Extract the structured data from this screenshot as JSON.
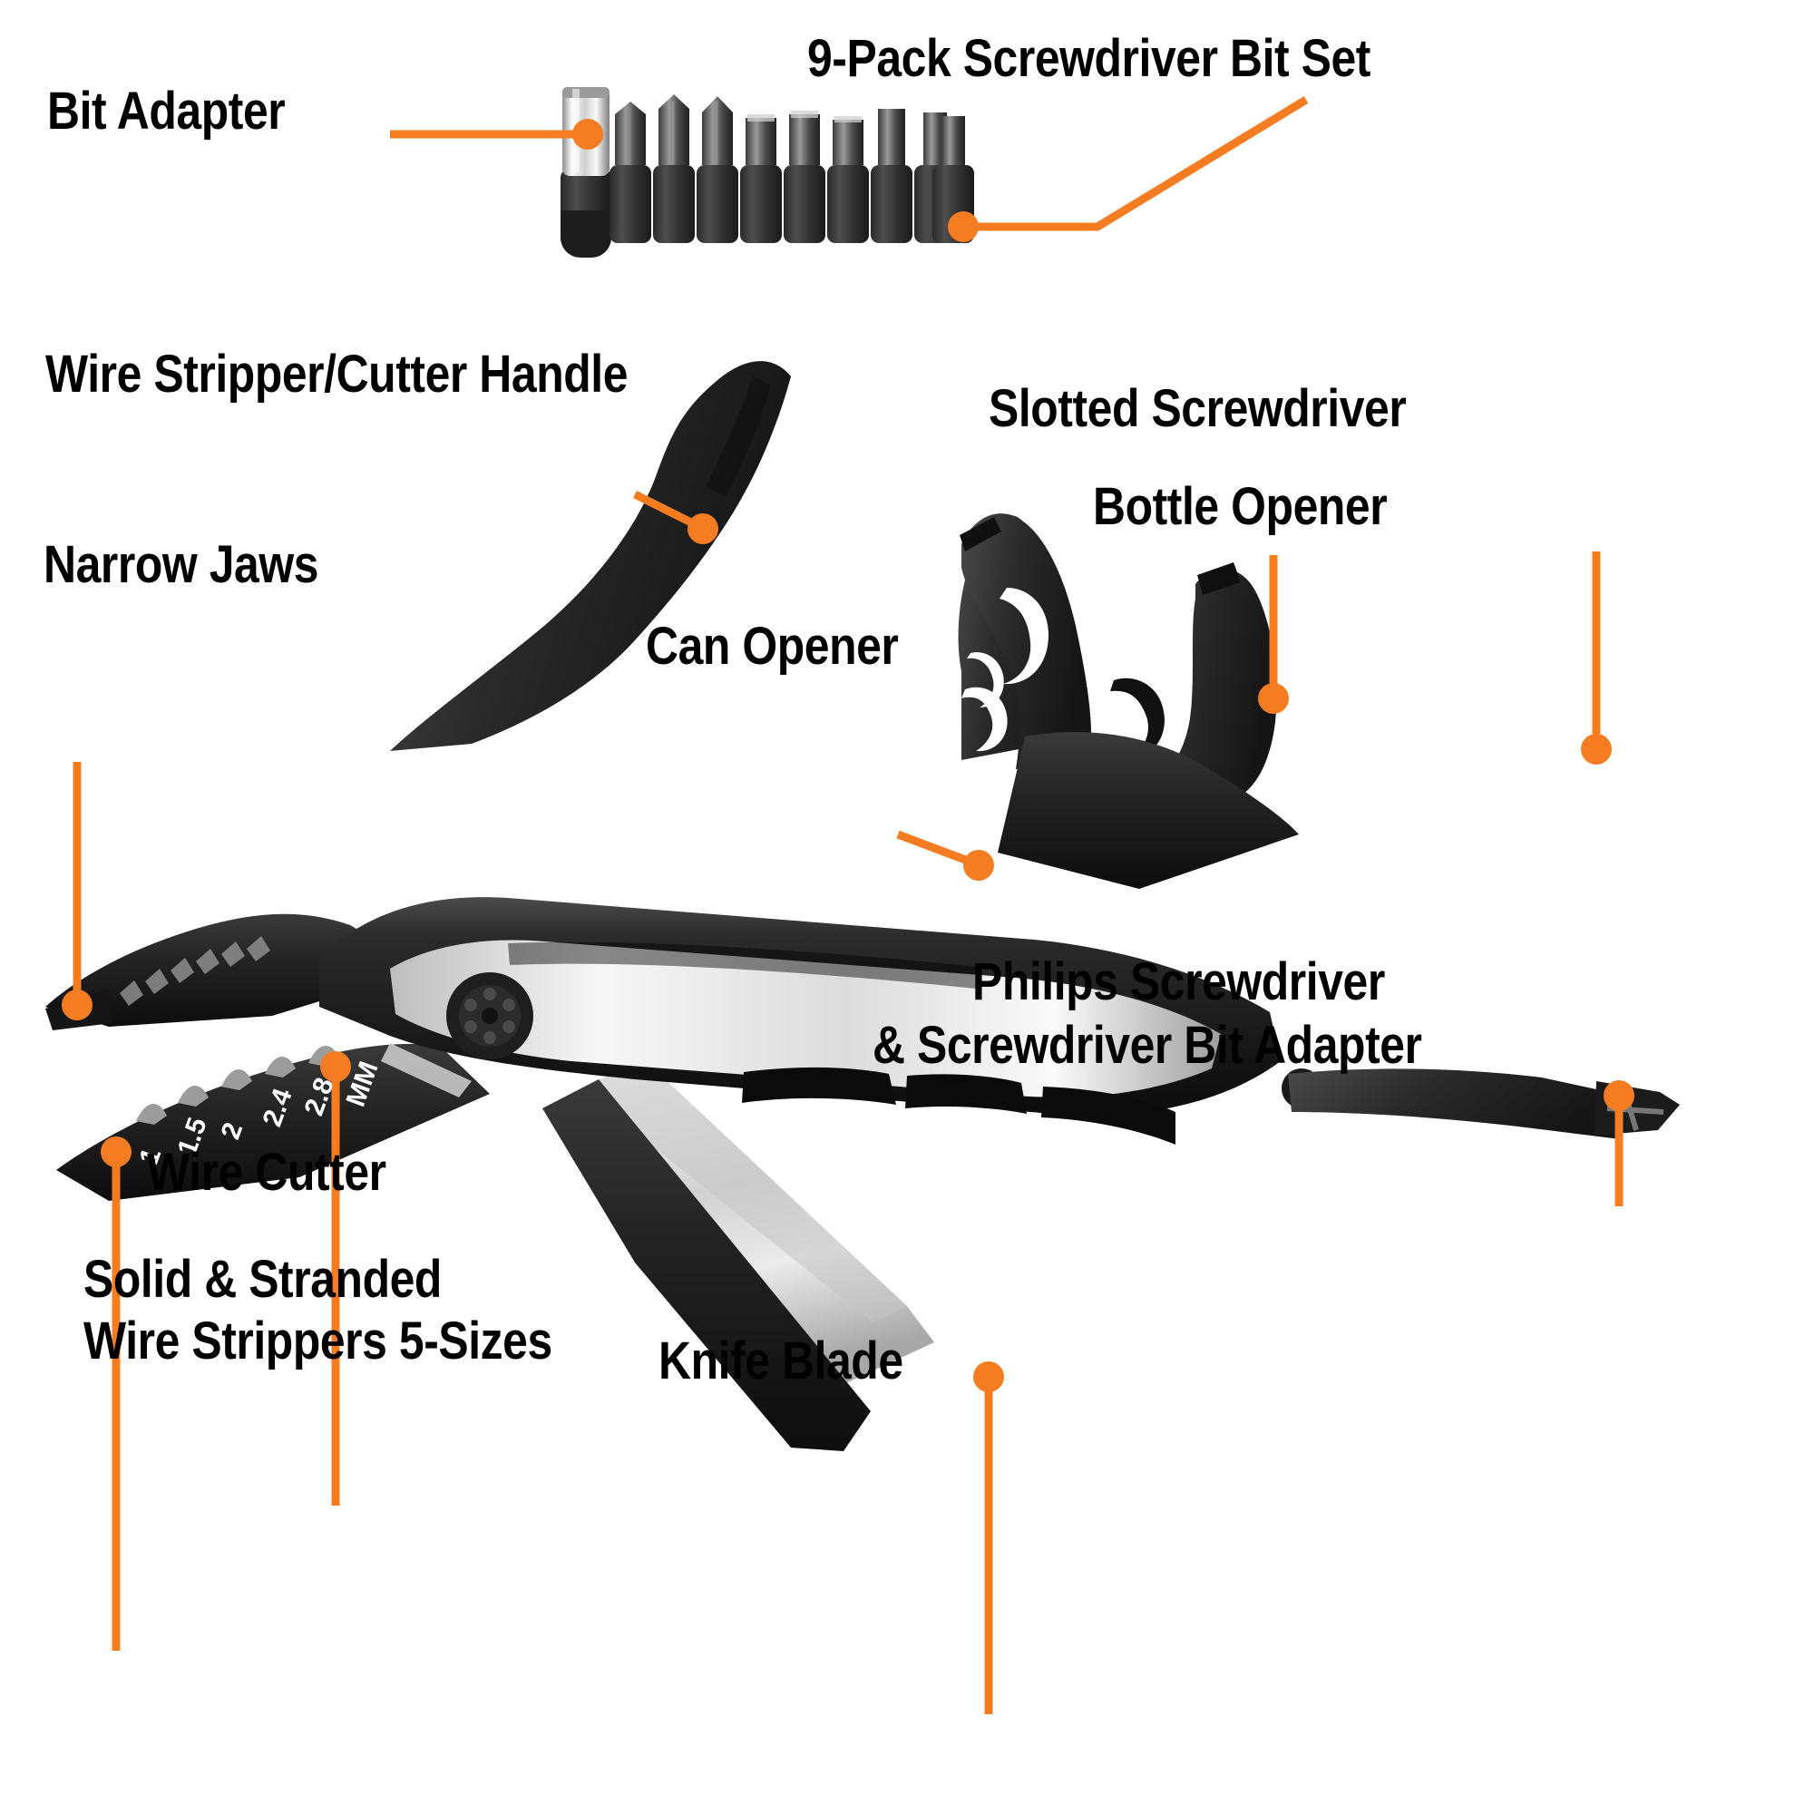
{
  "page": {
    "background_color": "#ffffff",
    "accent_color": "#F57C20",
    "text_color": "#000000",
    "kind": "annotated-product-diagram",
    "product": "folding multi-tool pliers with screwdriver bit set"
  },
  "labels": {
    "bit_adapter": "Bit Adapter",
    "bit_set": "9-Pack Screwdriver Bit Set",
    "handle": "Wire Stripper/Cutter Handle",
    "narrow_jaws": "Narrow Jaws",
    "can_opener": "Can Opener",
    "slotted_screwdriver": "Slotted Screwdriver",
    "bottle_opener": "Bottle Opener",
    "philips_line1": "Philips Screwdriver",
    "philips_line2": "& Screwdriver Bit Adapter",
    "wire_cutter": "Wire Cutter",
    "strippers_line1": "Solid & Stranded",
    "strippers_line2": "Wire Strippers 5-Sizes",
    "knife_blade": "Knife Blade"
  },
  "stripper_gauge": {
    "unit": "MM",
    "sizes": [
      "1",
      "1.5",
      "2",
      "2.4",
      "2.8"
    ],
    "count": 5
  },
  "bit_set": {
    "count": 9,
    "adapter_count": 1,
    "types": [
      "phillips",
      "phillips",
      "phillips",
      "slotted",
      "slotted",
      "slotted",
      "square",
      "torx",
      "torx"
    ]
  },
  "colors": {
    "accent": "#F57C20",
    "body_black": "#1b1b1b",
    "body_dark": "#2e2e2e",
    "steel_light": "#e8e8e8",
    "steel_mid": "#bcbcbc",
    "white": "#ffffff"
  }
}
